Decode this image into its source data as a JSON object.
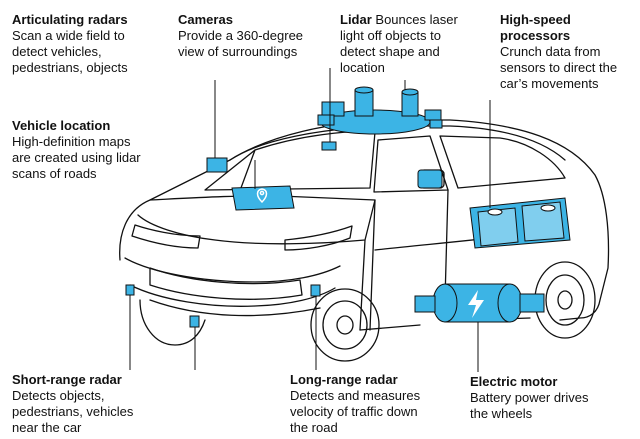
{
  "labels": {
    "articulating_radars": {
      "title": "Articulating radars",
      "lines": [
        "Scan a wide field to",
        "detect vehicles,",
        "pedestrians, objects"
      ]
    },
    "cameras": {
      "title": "Cameras",
      "lines": [
        "Provide a 360-degree",
        "view of surroundings"
      ]
    },
    "lidar": {
      "title": "Lidar",
      "first": " Bounces laser",
      "lines": [
        "light off objects to",
        "detect shape and",
        "location"
      ]
    },
    "processors": {
      "title_1": "High-speed",
      "title_2": "processors",
      "lines": [
        "Crunch data from",
        "sensors to direct the",
        "car’s movements"
      ]
    },
    "vehicle_location": {
      "title": "Vehicle location",
      "lines": [
        "High-definition maps",
        "are created using lidar",
        "scans of roads"
      ]
    },
    "short_range_radar": {
      "title": "Short-range radar",
      "lines": [
        "Detects objects,",
        "pedestrians, vehicles",
        "near the car"
      ]
    },
    "long_range_radar": {
      "title": "Long-range radar",
      "lines": [
        "Detects and measures",
        "velocity of traffic down",
        "the road"
      ]
    },
    "electric_motor": {
      "title": "Electric motor",
      "lines": [
        "Battery power drives",
        "the wheels"
      ]
    }
  },
  "colors": {
    "accent": "#3cb4e5",
    "line": "#111111"
  },
  "icons": [
    "location-pin-icon",
    "lightning-bolt-icon"
  ]
}
